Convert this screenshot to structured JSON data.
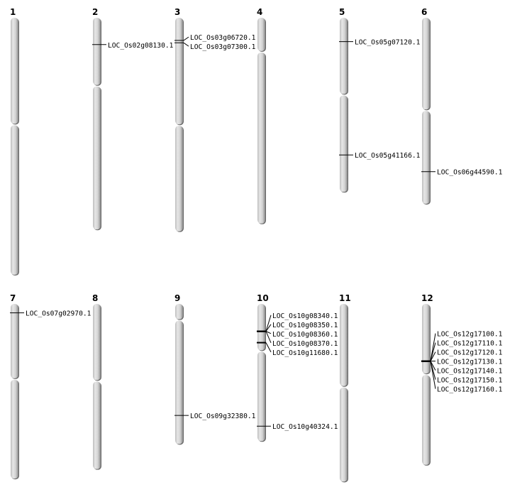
{
  "chart_data": {
    "type": "chromosome-map",
    "units": "Mb",
    "chromosomes": [
      {
        "name": "1",
        "length": 43.1,
        "centromere": 17.9,
        "genes": []
      },
      {
        "name": "2",
        "length": 35.5,
        "centromere": 11.4,
        "genes": [
          {
            "id": "LOC_Os02g08130.1",
            "pos": 4.5
          }
        ]
      },
      {
        "name": "3",
        "length": 35.8,
        "centromere": 18.0,
        "genes": [
          {
            "id": "LOC_Os03g06720.1",
            "pos": 3.8
          },
          {
            "id": "LOC_Os03g07300.1",
            "pos": 4.2
          }
        ]
      },
      {
        "name": "4",
        "length": 34.5,
        "centromere": 5.7,
        "genes": []
      },
      {
        "name": "5",
        "length": 29.2,
        "centromere": 12.9,
        "genes": [
          {
            "id": "LOC_Os05g07120.1",
            "pos": 4.0
          },
          {
            "id": "LOC_Os05g41166.1",
            "pos": 23.0
          }
        ]
      },
      {
        "name": "6",
        "length": 31.2,
        "centromere": 15.5,
        "genes": [
          {
            "id": "LOC_Os06g44590.1",
            "pos": 25.8
          }
        ]
      },
      {
        "name": "7",
        "length": 29.3,
        "centromere": 12.6,
        "genes": [
          {
            "id": "LOC_Os07g02970.1",
            "pos": 1.5
          }
        ]
      },
      {
        "name": "8",
        "length": 27.7,
        "centromere": 12.9,
        "genes": []
      },
      {
        "name": "9",
        "length": 23.5,
        "centromere": 2.7,
        "genes": [
          {
            "id": "LOC_Os09g32380.1",
            "pos": 18.7
          }
        ]
      },
      {
        "name": "10",
        "length": 23.0,
        "centromere": 7.9,
        "genes": [
          {
            "id": "LOC_Os10g08340.1",
            "pos": 4.6
          },
          {
            "id": "LOC_Os10g08350.1",
            "pos": 4.6
          },
          {
            "id": "LOC_Os10g08360.1",
            "pos": 4.6
          },
          {
            "id": "LOC_Os10g08370.1",
            "pos": 4.6
          },
          {
            "id": "LOC_Os10g11680.1",
            "pos": 6.5
          },
          {
            "id": "LOC_Os10g40324.1",
            "pos": 20.5
          }
        ]
      },
      {
        "name": "11",
        "length": 29.8,
        "centromere": 13.9,
        "genes": []
      },
      {
        "name": "12",
        "length": 27.0,
        "centromere": 11.8,
        "genes": [
          {
            "id": "LOC_Os12g17100.1",
            "pos": 9.6
          },
          {
            "id": "LOC_Os12g17110.1",
            "pos": 9.6
          },
          {
            "id": "LOC_Os12g17120.1",
            "pos": 9.6
          },
          {
            "id": "LOC_Os12g17130.1",
            "pos": 9.6
          },
          {
            "id": "LOC_Os12g17140.1",
            "pos": 9.6
          },
          {
            "id": "LOC_Os12g17150.1",
            "pos": 9.6
          },
          {
            "id": "LOC_Os12g17160.1",
            "pos": 9.6
          }
        ]
      }
    ]
  }
}
